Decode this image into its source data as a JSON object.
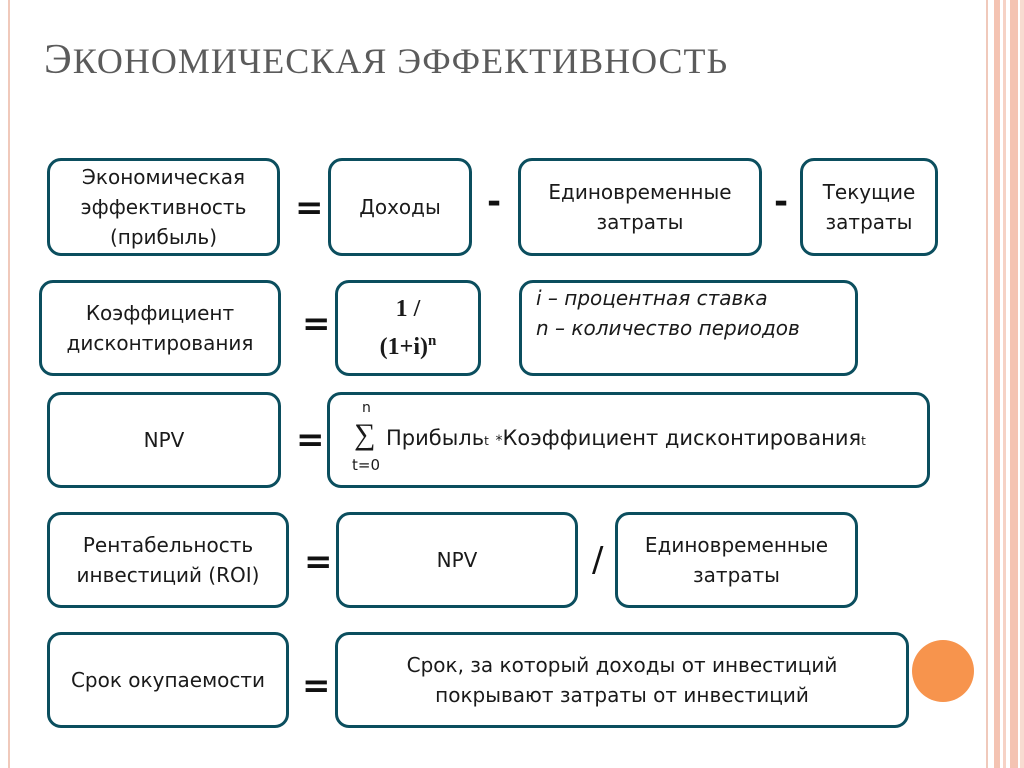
{
  "title": "Экономическая эффективность",
  "rows": [
    {
      "left": "Экономическая эффективность (прибыль)",
      "op1": "=",
      "b1": "Доходы",
      "op2": "-",
      "b2": "Единовременные затраты",
      "op3": "-",
      "b3": "Текущие затраты"
    },
    {
      "left": "Коэффициент дисконтирования",
      "op1": "=",
      "b1_line1": "1 /",
      "b1_line2": "(1+i)",
      "b1_sup": "n",
      "b2_line1": "i – процентная ставка",
      "b2_line2": "n – количество периодов"
    },
    {
      "left": "NPV",
      "op1": "=",
      "sum_top": "n",
      "sum_symbol": "∑",
      "sum_bottom": "t=0",
      "term1": "Прибыль",
      "sub1": "t",
      "mult": "*",
      "term2": "Коэффициент дисконтирования",
      "sub2": "t"
    },
    {
      "left": "Рентабельность инвестиций (ROI)",
      "op1": "=",
      "b1": "NPV",
      "op2": "/",
      "b2": "Единовременные затраты"
    },
    {
      "left": "Срок окупаемости",
      "op1": "=",
      "b1": "Срок, за который доходы от инвестиций покрывают затраты от инвестиций"
    }
  ]
}
